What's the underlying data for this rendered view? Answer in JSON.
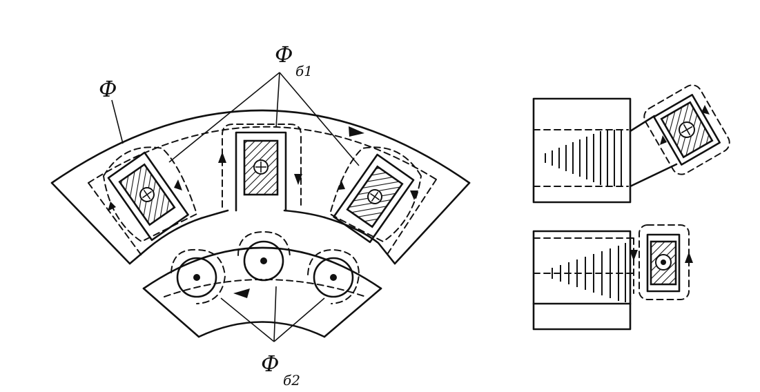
{
  "labels": {
    "phi": "Ф",
    "phi_s1_main": "Ф",
    "phi_s1_sub": "б1",
    "phi_s2_main": "Ф",
    "phi_s2_sub": "б2"
  }
}
